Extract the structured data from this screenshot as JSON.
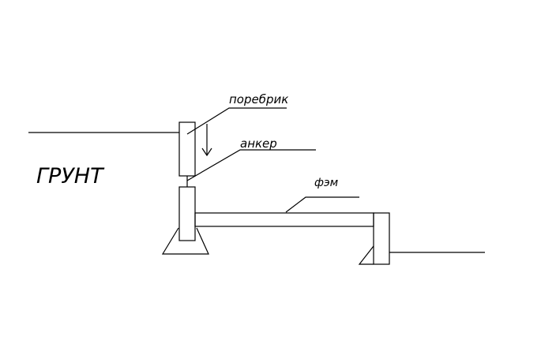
{
  "labels": {
    "soil": "ГРУНТ",
    "curb": "поребрик",
    "anchor": "анкер",
    "fem": "фэм"
  },
  "colors": {
    "line": "#000000",
    "background": "#ffffff"
  }
}
